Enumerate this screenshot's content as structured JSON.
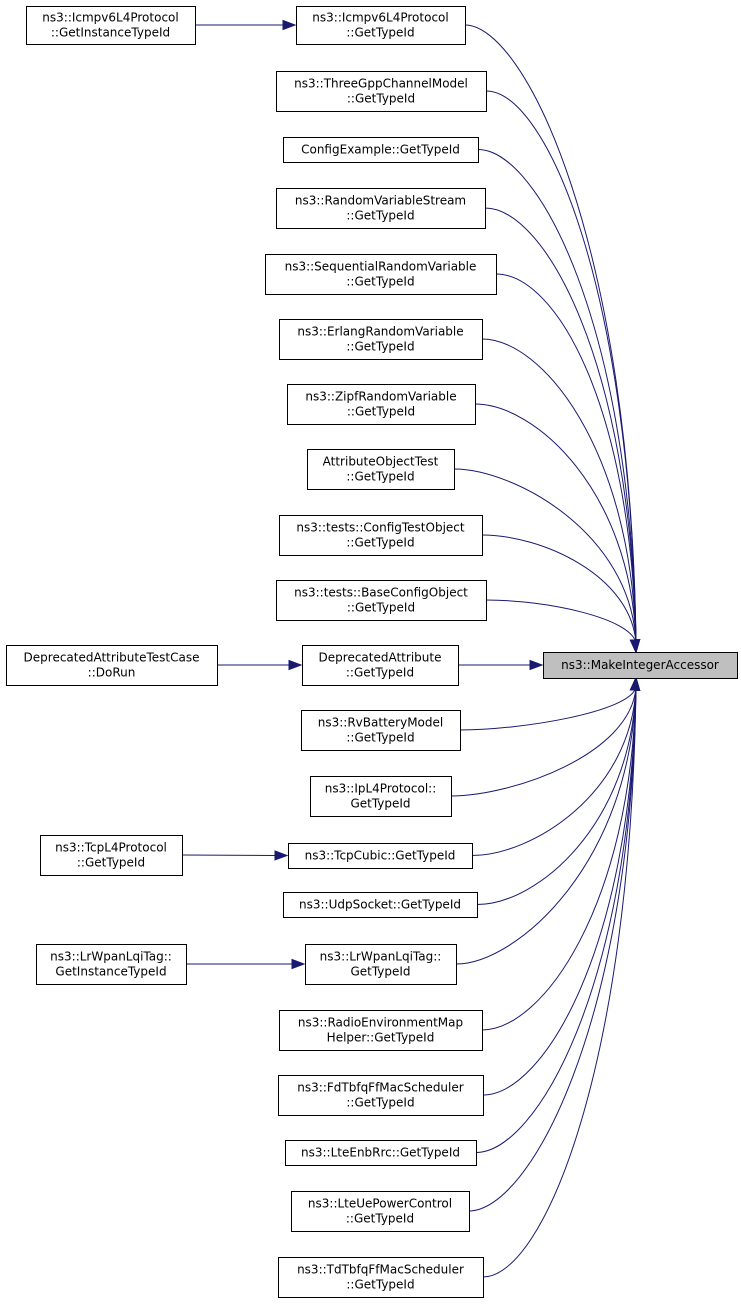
{
  "graph": {
    "target": {
      "lines": [
        "ns3::MakeIntegerAccessor"
      ]
    },
    "callers": [
      {
        "id": "icmpv6-gettypeid",
        "lines": [
          "ns3::Icmpv6L4Protocol",
          "::GetTypeId"
        ]
      },
      {
        "id": "threegpp-gettypeid",
        "lines": [
          "ns3::ThreeGppChannelModel",
          "::GetTypeId"
        ]
      },
      {
        "id": "configexample-gettypeid",
        "lines": [
          "ConfigExample::GetTypeId"
        ]
      },
      {
        "id": "randomvariablestream-gettypeid",
        "lines": [
          "ns3::RandomVariableStream",
          "::GetTypeId"
        ]
      },
      {
        "id": "sequentialrandomvariable-gettypeid",
        "lines": [
          "ns3::SequentialRandomVariable",
          "::GetTypeId"
        ]
      },
      {
        "id": "erlangrandomvariable-gettypeid",
        "lines": [
          "ns3::ErlangRandomVariable",
          "::GetTypeId"
        ]
      },
      {
        "id": "zipfrandomvariable-gettypeid",
        "lines": [
          "ns3::ZipfRandomVariable",
          "::GetTypeId"
        ]
      },
      {
        "id": "attributeobjecttest-gettypeid",
        "lines": [
          "AttributeObjectTest",
          "::GetTypeId"
        ]
      },
      {
        "id": "configtestobject-gettypeid",
        "lines": [
          "ns3::tests::ConfigTestObject",
          "::GetTypeId"
        ]
      },
      {
        "id": "baseconfigobject-gettypeid",
        "lines": [
          "ns3::tests::BaseConfigObject",
          "::GetTypeId"
        ]
      },
      {
        "id": "deprecatedattribute-gettypeid",
        "lines": [
          "DeprecatedAttribute",
          "::GetTypeId"
        ]
      },
      {
        "id": "rvbatterymodel-gettypeid",
        "lines": [
          "ns3::RvBatteryModel",
          "::GetTypeId"
        ]
      },
      {
        "id": "ipl4protocol-gettypeid",
        "lines": [
          "ns3::IpL4Protocol::",
          "GetTypeId"
        ]
      },
      {
        "id": "tcpcubic-gettypeid",
        "lines": [
          "ns3::TcpCubic::GetTypeId"
        ]
      },
      {
        "id": "udpsocket-gettypeid",
        "lines": [
          "ns3::UdpSocket::GetTypeId"
        ]
      },
      {
        "id": "lrwpanlqitag-gettypeid",
        "lines": [
          "ns3::LrWpanLqiTag::",
          "GetTypeId"
        ]
      },
      {
        "id": "radioenvironmentmaphelper-gettypeid",
        "lines": [
          "ns3::RadioEnvironmentMap",
          "Helper::GetTypeId"
        ]
      },
      {
        "id": "fdtbfqffmacscheduler-gettypeid",
        "lines": [
          "ns3::FdTbfqFfMacScheduler",
          "::GetTypeId"
        ]
      },
      {
        "id": "lteenbrrc-gettypeid",
        "lines": [
          "ns3::LteEnbRrc::GetTypeId"
        ]
      },
      {
        "id": "lteuepowercontrol-gettypeid",
        "lines": [
          "ns3::LteUePowerControl",
          "::GetTypeId"
        ]
      },
      {
        "id": "tdtbfqffmacscheduler-gettypeid",
        "lines": [
          "ns3::TdTbfqFfMacScheduler",
          "::GetTypeId"
        ]
      }
    ],
    "second_level": [
      {
        "id": "icmpv6-getinstancetypeid",
        "calls": "icmpv6-gettypeid",
        "lines": [
          "ns3::Icmpv6L4Protocol",
          "::GetInstanceTypeId"
        ]
      },
      {
        "id": "deprecatedattributetestcase-dorun",
        "calls": "deprecatedattribute-gettypeid",
        "lines": [
          "DeprecatedAttributeTestCase",
          "::DoRun"
        ]
      },
      {
        "id": "tcpl4protocol-gettypeid",
        "calls": "tcpcubic-gettypeid",
        "lines": [
          "ns3::TcpL4Protocol",
          "::GetTypeId"
        ]
      },
      {
        "id": "lrwpanlqitag-getinstancetypeid",
        "calls": "lrwpanlqitag-gettypeid",
        "lines": [
          "ns3::LrWpanLqiTag::",
          "GetInstanceTypeId"
        ]
      }
    ],
    "colors": {
      "edge": "#191970",
      "target_fill": "#bfbfbf",
      "node_fill": "#ffffff",
      "node_border": "#000000"
    }
  }
}
